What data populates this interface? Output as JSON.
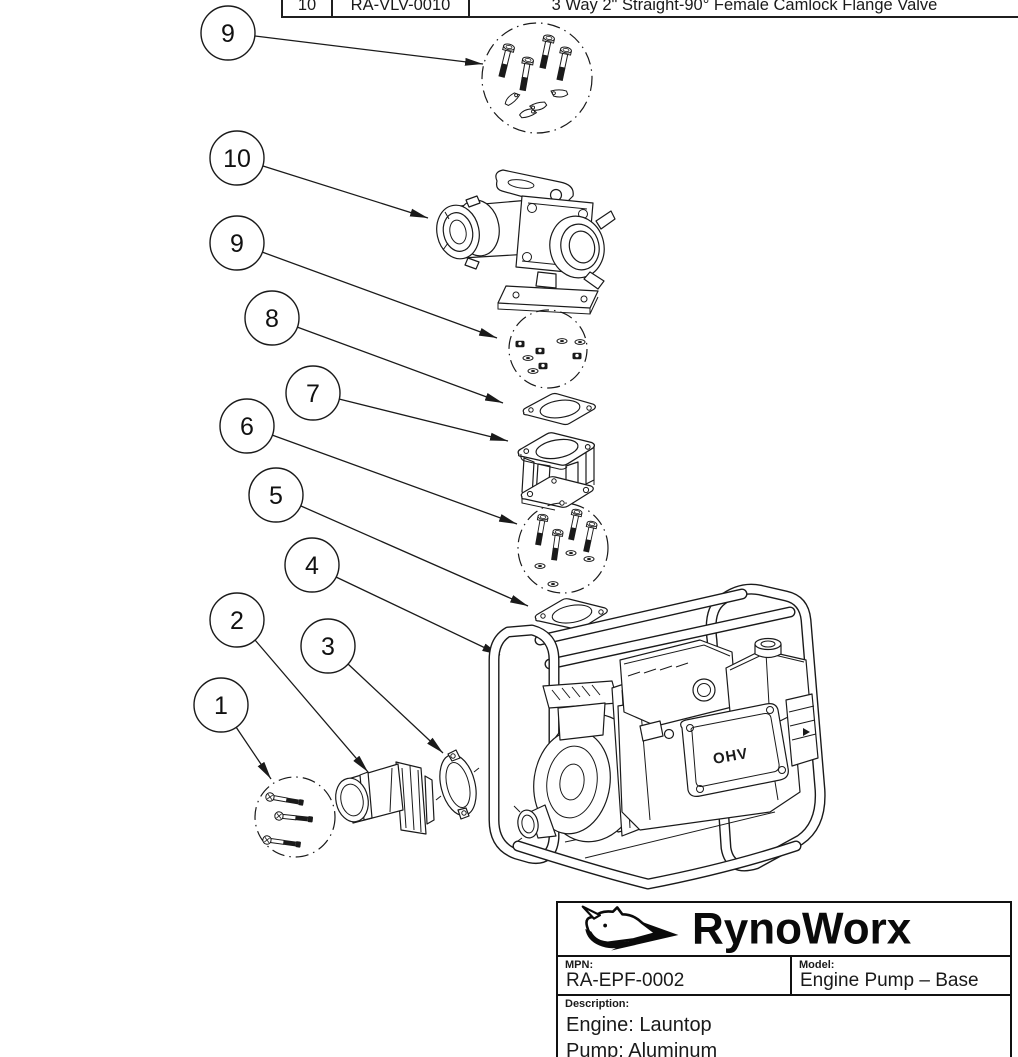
{
  "parts_table": {
    "rows": [
      {
        "item": "10",
        "part_number": "RA-VLV-0010",
        "description": "3 Way 2\" Straight-90° Female Camlock Flange Valve"
      }
    ]
  },
  "callouts": [
    {
      "id": "9-top",
      "label": "9"
    },
    {
      "id": "10",
      "label": "10"
    },
    {
      "id": "9-mid",
      "label": "9"
    },
    {
      "id": "8",
      "label": "8"
    },
    {
      "id": "7",
      "label": "7"
    },
    {
      "id": "6",
      "label": "6"
    },
    {
      "id": "5",
      "label": "5"
    },
    {
      "id": "4",
      "label": "4"
    },
    {
      "id": "2",
      "label": "2"
    },
    {
      "id": "3",
      "label": "3"
    },
    {
      "id": "1",
      "label": "1"
    }
  ],
  "diagram": {
    "engine_cover_label": "OHV"
  },
  "title_block": {
    "brand": "RynoWorx",
    "mpn_label": "MPN:",
    "mpn_value": "RA-EPF-0002",
    "model_label": "Model:",
    "model_value": "Engine Pump – Base",
    "description_label": "Description:",
    "description_line1": "Engine: Launtop",
    "description_line2": "Pump: Aluminum"
  },
  "colors": {
    "line": "#1a1a1a",
    "background": "#ffffff"
  }
}
